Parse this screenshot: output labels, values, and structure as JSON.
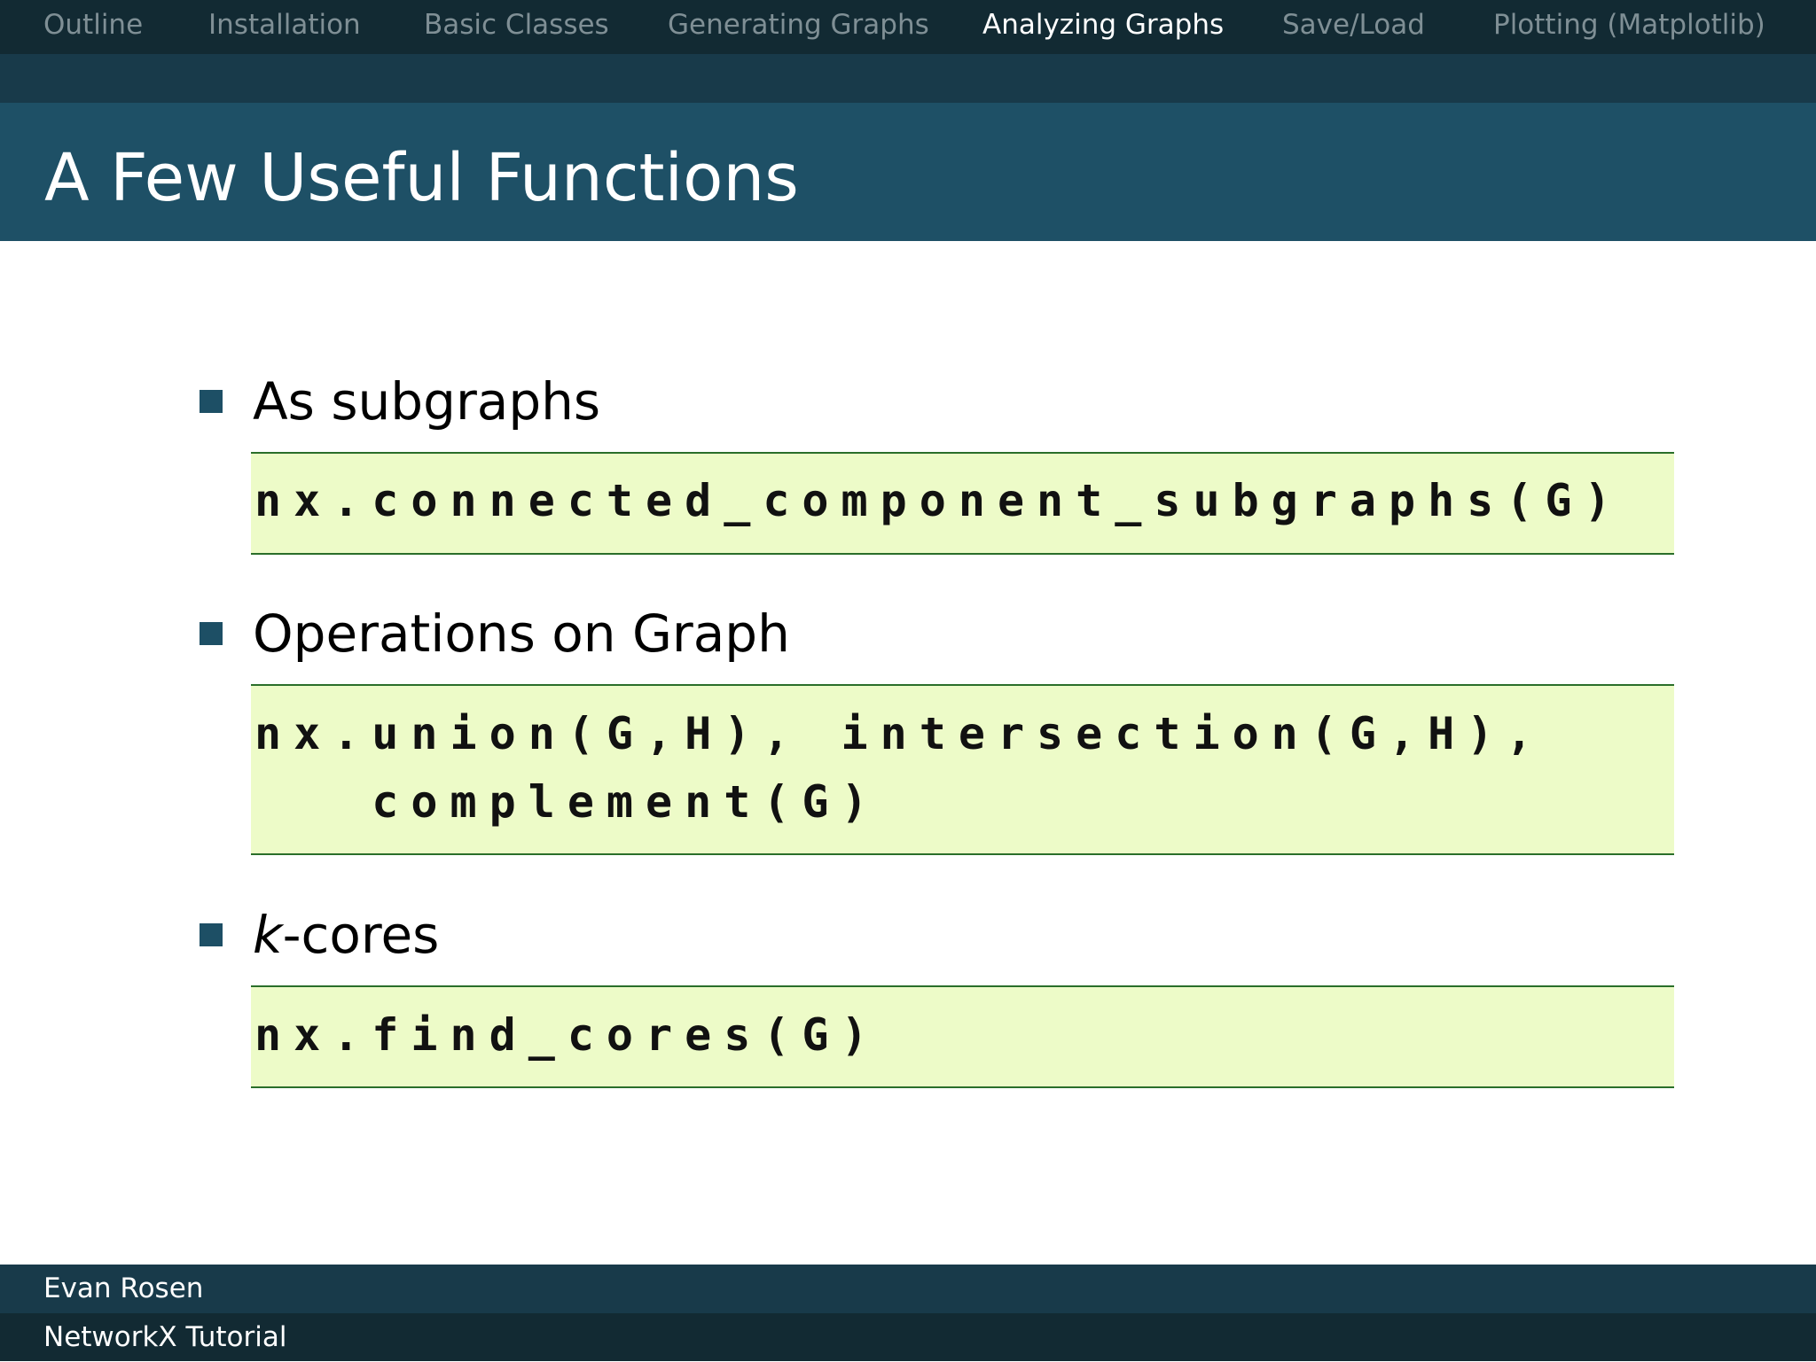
{
  "nav": {
    "items": [
      {
        "label": "Outline",
        "active": false
      },
      {
        "label": "Installation",
        "active": false
      },
      {
        "label": "Basic Classes",
        "active": false
      },
      {
        "label": "Generating Graphs",
        "active": false
      },
      {
        "label": "Analyzing Graphs",
        "active": true
      },
      {
        "label": "Save/Load",
        "active": false
      },
      {
        "label": "Plotting (Matplotlib)",
        "active": false
      }
    ]
  },
  "slide": {
    "title": "A Few Useful Functions",
    "bullets": [
      {
        "label": "As subgraphs",
        "code": [
          "nx.connected_component_subgraphs(G)"
        ]
      },
      {
        "label": "Operations on Graph",
        "code": [
          "nx.union(G,H), intersection(G,H),",
          "   complement(G)"
        ]
      },
      {
        "label_italic": "k",
        "label_rest": "-cores",
        "code": [
          "nx.find_cores(G)"
        ]
      }
    ]
  },
  "footer": {
    "author": "Evan Rosen",
    "talk_title": "NetworkX Tutorial"
  },
  "colors": {
    "nav_bg": "#122a33",
    "subnav_bg": "#183a4a",
    "title_bg": "#1e5066",
    "bullet_marker": "#1d4f65",
    "code_bg": "#edfbc8",
    "code_border": "#2a6e2a"
  }
}
